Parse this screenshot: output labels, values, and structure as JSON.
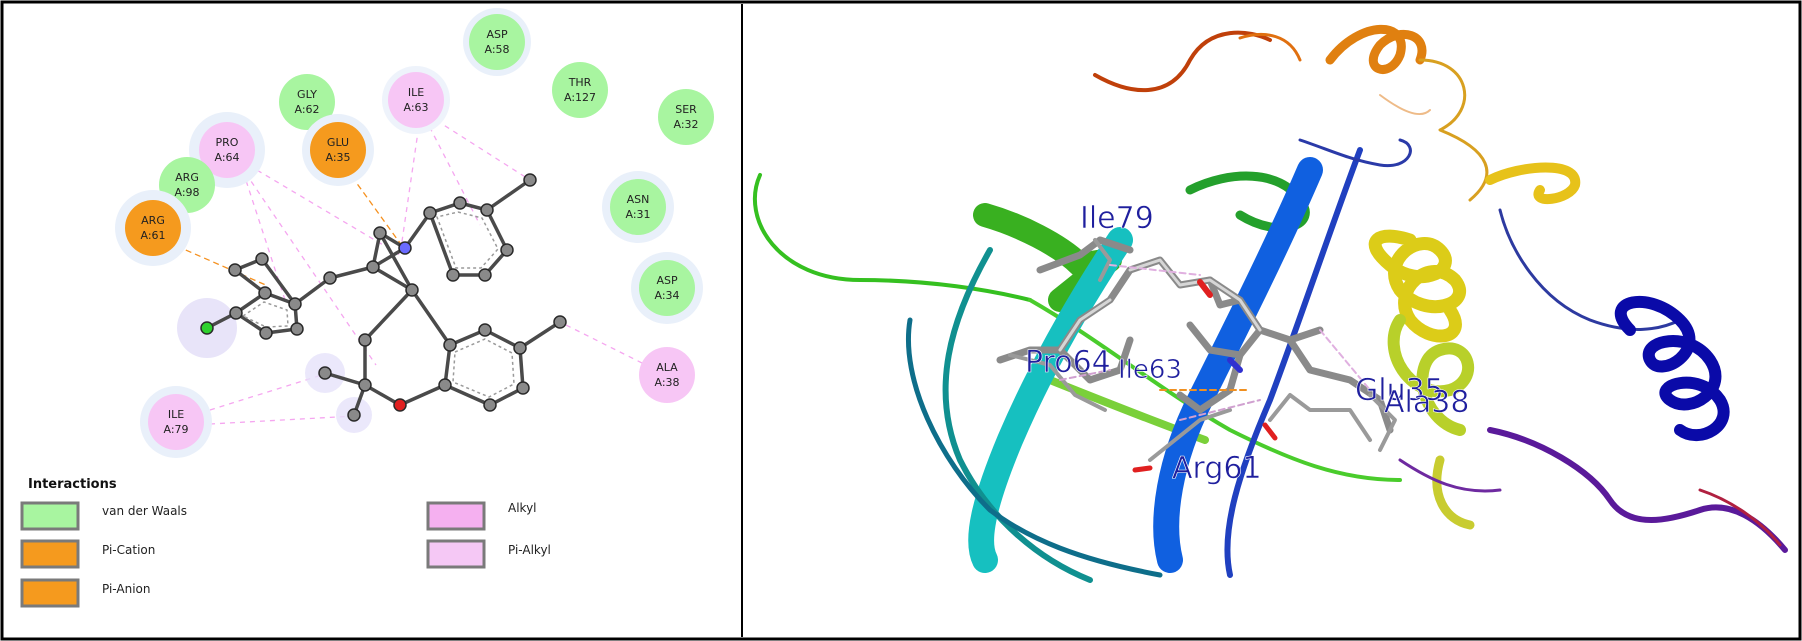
{
  "residues": [
    {
      "id": "asp58",
      "name": "ASP",
      "pos": "A:58",
      "type": "vdw"
    },
    {
      "id": "thr127",
      "name": "THR",
      "pos": "A:127",
      "type": "vdw"
    },
    {
      "id": "ser32",
      "name": "SER",
      "pos": "A:32",
      "type": "vdw"
    },
    {
      "id": "gly62",
      "name": "GLY",
      "pos": "A:62",
      "type": "vdw"
    },
    {
      "id": "ile63",
      "name": "ILE",
      "pos": "A:63",
      "type": "alkyl"
    },
    {
      "id": "glu35",
      "name": "GLU",
      "pos": "A:35",
      "type": "pi"
    },
    {
      "id": "pro64",
      "name": "PRO",
      "pos": "A:64",
      "type": "alkyl"
    },
    {
      "id": "arg98",
      "name": "ARG",
      "pos": "A:98",
      "type": "vdw"
    },
    {
      "id": "arg61",
      "name": "ARG",
      "pos": "A:61",
      "type": "pi"
    },
    {
      "id": "asn31",
      "name": "ASN",
      "pos": "A:31",
      "type": "vdw"
    },
    {
      "id": "asp34",
      "name": "ASP",
      "pos": "A:34",
      "type": "vdw"
    },
    {
      "id": "ala38",
      "name": "ALA",
      "pos": "A:38",
      "type": "alkyl"
    },
    {
      "id": "ile79",
      "name": "ILE",
      "pos": "A:79",
      "type": "alkyl"
    }
  ],
  "legend": {
    "title": "Interactions",
    "items": [
      {
        "label": "van der Waals",
        "color": "#a8f5a0"
      },
      {
        "label": "Pi-Cation",
        "color": "#f59a1e"
      },
      {
        "label": "Pi-Anion",
        "color": "#f59a1e"
      },
      {
        "label": "Alkyl",
        "color": "#f5b0f0"
      },
      {
        "label": "Pi-Alkyl",
        "color": "#f5c8f5"
      }
    ]
  },
  "structure_labels": [
    "Ile79",
    "Pro64",
    "Ile63",
    "Glu35",
    "Ala38",
    "Arg61"
  ],
  "colors": {
    "vdw": "#a8f5a0",
    "pi": "#f59a1e",
    "alkyl": "#f7c6f5",
    "residue_label": "#1f1f9e"
  }
}
